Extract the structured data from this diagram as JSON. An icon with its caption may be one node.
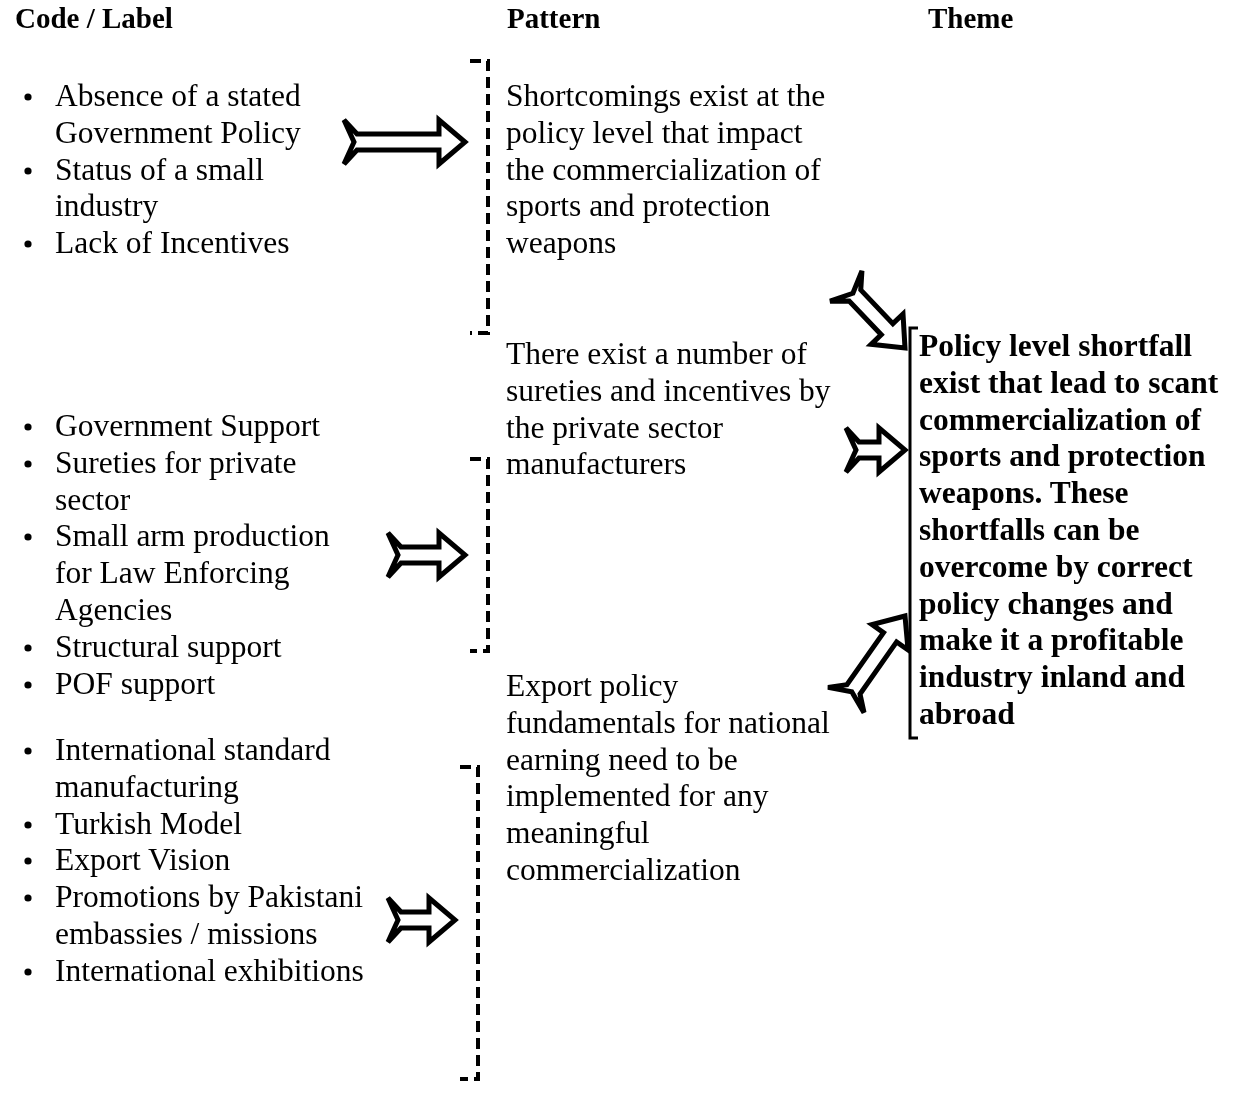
{
  "diagram": {
    "nodes": [
      {
        "text": [
          "Absence of a stated Government Policy",
          "Status of a small industry",
          "Lack of Incentives"
        ]
      },
      {
        "text": [
          "Shortcomings exist at the policy level that  impact the commercialization of sports and protection weapons"
        ]
      },
      {
        "text": [
          "Government Support",
          "Sureties for private sector",
          "Small arm production for Law Enforcing Agencies",
          "Structural support",
          "POF support"
        ]
      },
      {
        "text": [
          "There exist a number of sureties and incentives by the private sector manufacturers"
        ]
      },
      {
        "text": [
          "International standard manufacturing",
          "Turkish Model",
          "Export Vision",
          "Promotions by Pakistani embassies / missions",
          "International exhibitions"
        ]
      },
      {
        "text": [
          "Export policy fundamentals  for national earning need to be implemented for any meaningful commercialization"
        ]
      },
      {
        "text": [
          "Policy level shortfall exist that lead to scant commercialization of sports and protection weapons. These shortfalls can be overcome by correct policy changes and make it a profitable industry inland and abroad"
        ]
      }
    ],
    "edges": [
      {
        "from": 0,
        "to": 1,
        "arrow": "to"
      },
      {
        "from": 2,
        "to": 3,
        "arrow": "to"
      },
      {
        "from": 4,
        "to": 5,
        "arrow": "to"
      },
      {
        "from": 1,
        "to": 6,
        "arrow": "to"
      },
      {
        "from": 3,
        "to": 6,
        "arrow": "to"
      },
      {
        "from": 5,
        "to": 6,
        "arrow": "to"
      }
    ],
    "labels": [
      "Code / Label",
      "Pattern",
      "Theme"
    ]
  }
}
